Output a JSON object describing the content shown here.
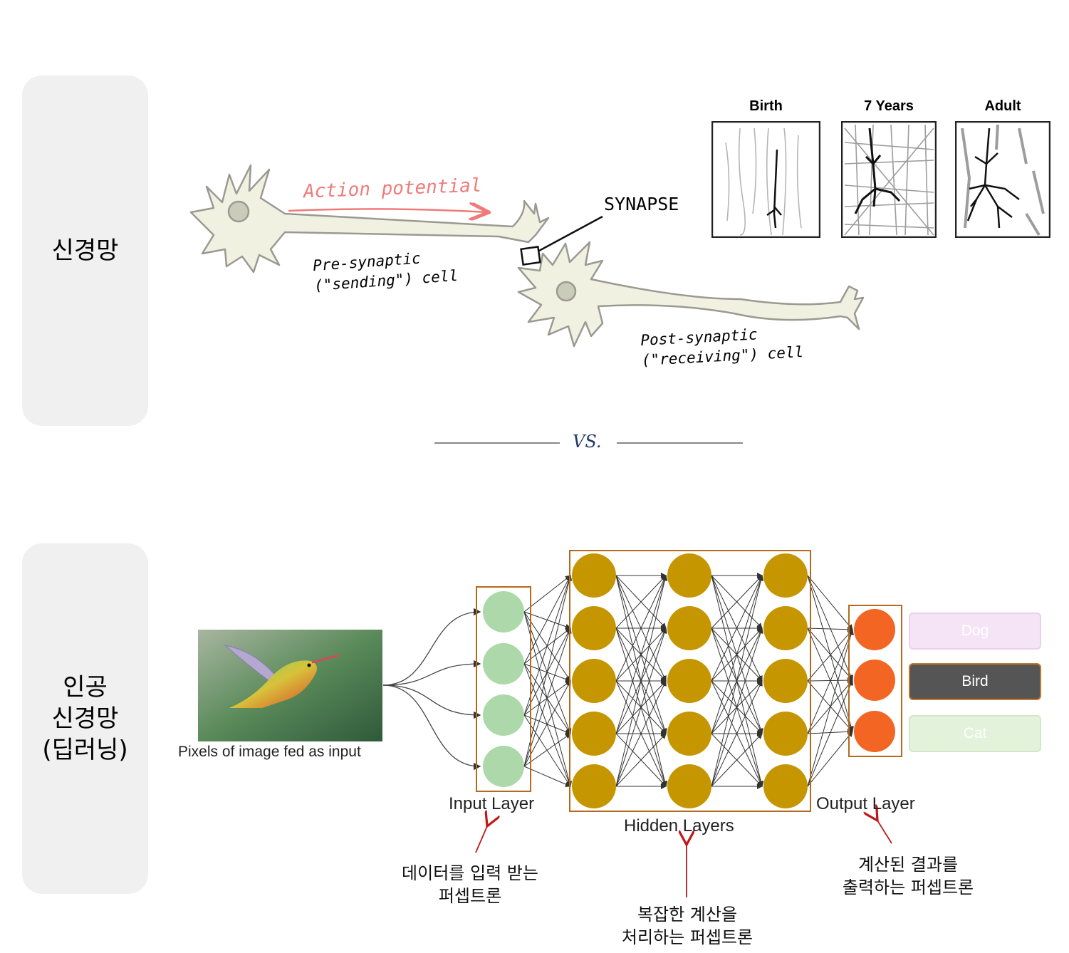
{
  "cards": {
    "bio": [
      "신경망"
    ],
    "ann": [
      "인공",
      "신경망",
      "(딥러닝)"
    ]
  },
  "bio": {
    "action_potential": "Action potential",
    "synapse": "SYNAPSE",
    "pre_cell": [
      "Pre-synaptic",
      "(\"sending\") cell"
    ],
    "post_cell": [
      "Post-synaptic",
      "(\"receiving\") cell"
    ],
    "stages": [
      "Birth",
      "7 Years",
      "Adult"
    ],
    "colors": {
      "cell_fill": "#f1f1e2",
      "cell_stroke": "#9a9a92",
      "nucleus": "#c9ccb8",
      "arrow": "#f07a7a"
    }
  },
  "divider": {
    "label": "VS."
  },
  "ann": {
    "input_caption": "Pixels of image fed as input",
    "input_layer": "Input Layer",
    "hidden_layers": "Hidden Layers",
    "output_layer": "Output Layer",
    "outputs": [
      "Dog",
      "Bird",
      "Cat"
    ],
    "notes": {
      "input": [
        "데이터를 입력 받는",
        "퍼셉트론"
      ],
      "hidden": [
        "복잡한 계산을",
        "처리하는 퍼셉트론"
      ],
      "output": [
        "계산된 결과를",
        "출력하는 퍼셉트론"
      ]
    },
    "colors": {
      "input_node": "#acd8aa",
      "hidden_node": "#c59600",
      "output_node": "#f26522",
      "frame": "#b56a1b",
      "note_arrow": "#c01818",
      "dog_bg": "#f5e4f5",
      "bird_bg": "#555555",
      "cat_bg": "#e3f2da"
    }
  }
}
